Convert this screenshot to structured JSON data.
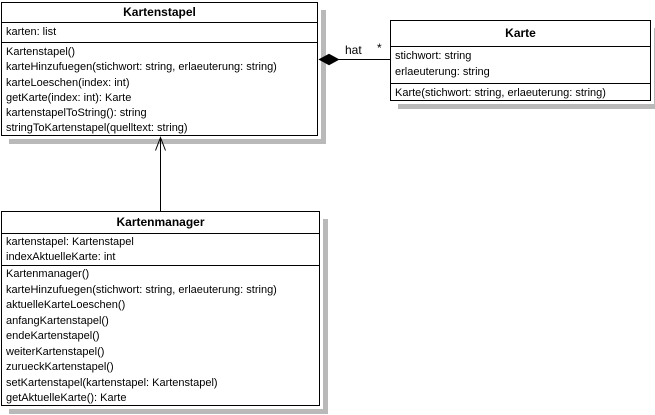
{
  "colors": {
    "background": "#ffffff",
    "box_fill": "#ffffff",
    "border": "#000000",
    "shadow": "#b9b9b9",
    "text": "#000000"
  },
  "classes": {
    "kartenstapel": {
      "title": "Kartenstapel",
      "attributes": [
        "karten: list"
      ],
      "methods": [
        "Kartenstapel()",
        "karteHinzufuegen(stichwort: string, erlaeuterung: string)",
        "karteLoeschen(index: int)",
        "getKarte(index: int): Karte",
        "kartenstapelToString(): string",
        "stringToKartenstapel(quelltext: string)"
      ]
    },
    "karte": {
      "title": "Karte",
      "attributes": [
        "stichwort: string",
        "erlaeuterung: string"
      ],
      "methods": [
        "Karte(stichwort: string, erlaeuterung: string)"
      ]
    },
    "kartenmanager": {
      "title": "Kartenmanager",
      "attributes": [
        "kartenstapel: Kartenstapel",
        "indexAktuelleKarte: int"
      ],
      "methods": [
        "Kartenmanager()",
        "karteHinzufuegen(stichwort: string, erlaeuterung: string)",
        "aktuelleKarteLoeschen()",
        "anfangKartenstapel()",
        "endeKartenstapel()",
        "weiterKartenstapel()",
        "zurueckKartenstapel()",
        "setKartenstapel(kartenstapel: Kartenstapel)",
        "getAktuelleKarte(): Karte"
      ]
    }
  },
  "relations": {
    "composition": {
      "from": "Kartenstapel",
      "to": "Karte",
      "label": "hat",
      "multiplicity": "*",
      "marker_icon": "filled-diamond"
    },
    "association": {
      "from": "Kartenmanager",
      "to": "Kartenstapel",
      "marker_icon": "open-arrow"
    }
  }
}
